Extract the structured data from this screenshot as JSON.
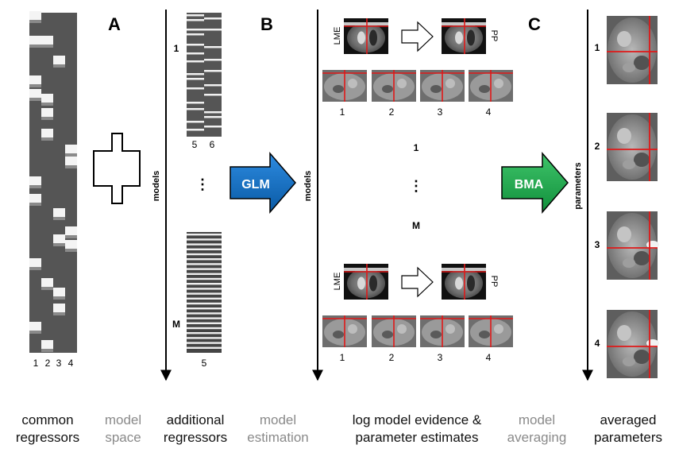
{
  "panel_letters": {
    "a": "A",
    "b": "B",
    "c": "C"
  },
  "design_matrix": {
    "column_labels": [
      "1",
      "2",
      "3",
      "4"
    ],
    "additional_top_labels": [
      "5",
      "6"
    ],
    "additional_bottom_label": "5"
  },
  "model_axis": {
    "label": "models",
    "first": "1",
    "ellipsis": "⋮",
    "last": "M"
  },
  "evidence_axis": {
    "label": "models",
    "first": "1",
    "ellipsis": "⋮",
    "last": "M"
  },
  "parameter_axis": {
    "label": "parameters",
    "items": [
      "1",
      "2",
      "3",
      "4"
    ]
  },
  "map_labels": {
    "lme": "LME",
    "pp": "PP",
    "parameter_indices": [
      "1",
      "2",
      "3",
      "4"
    ]
  },
  "arrows": {
    "glm": {
      "label": "GLM",
      "color": "#0b6bbf"
    },
    "bma": {
      "label": "BMA",
      "color": "#1aa64a"
    }
  },
  "captions": [
    {
      "line1": "common",
      "line2": "regressors",
      "tone": "black"
    },
    {
      "line1": "model",
      "line2": "space",
      "tone": "gray"
    },
    {
      "line1": "additional",
      "line2": "regressors",
      "tone": "black"
    },
    {
      "line1": "model",
      "line2": "estimation",
      "tone": "gray"
    },
    {
      "line1": "log model evidence &",
      "line2": "parameter estimates",
      "tone": "black"
    },
    {
      "line1": "model",
      "line2": "averaging",
      "tone": "gray"
    },
    {
      "line1": "averaged",
      "line2": "parameters",
      "tone": "black"
    }
  ]
}
